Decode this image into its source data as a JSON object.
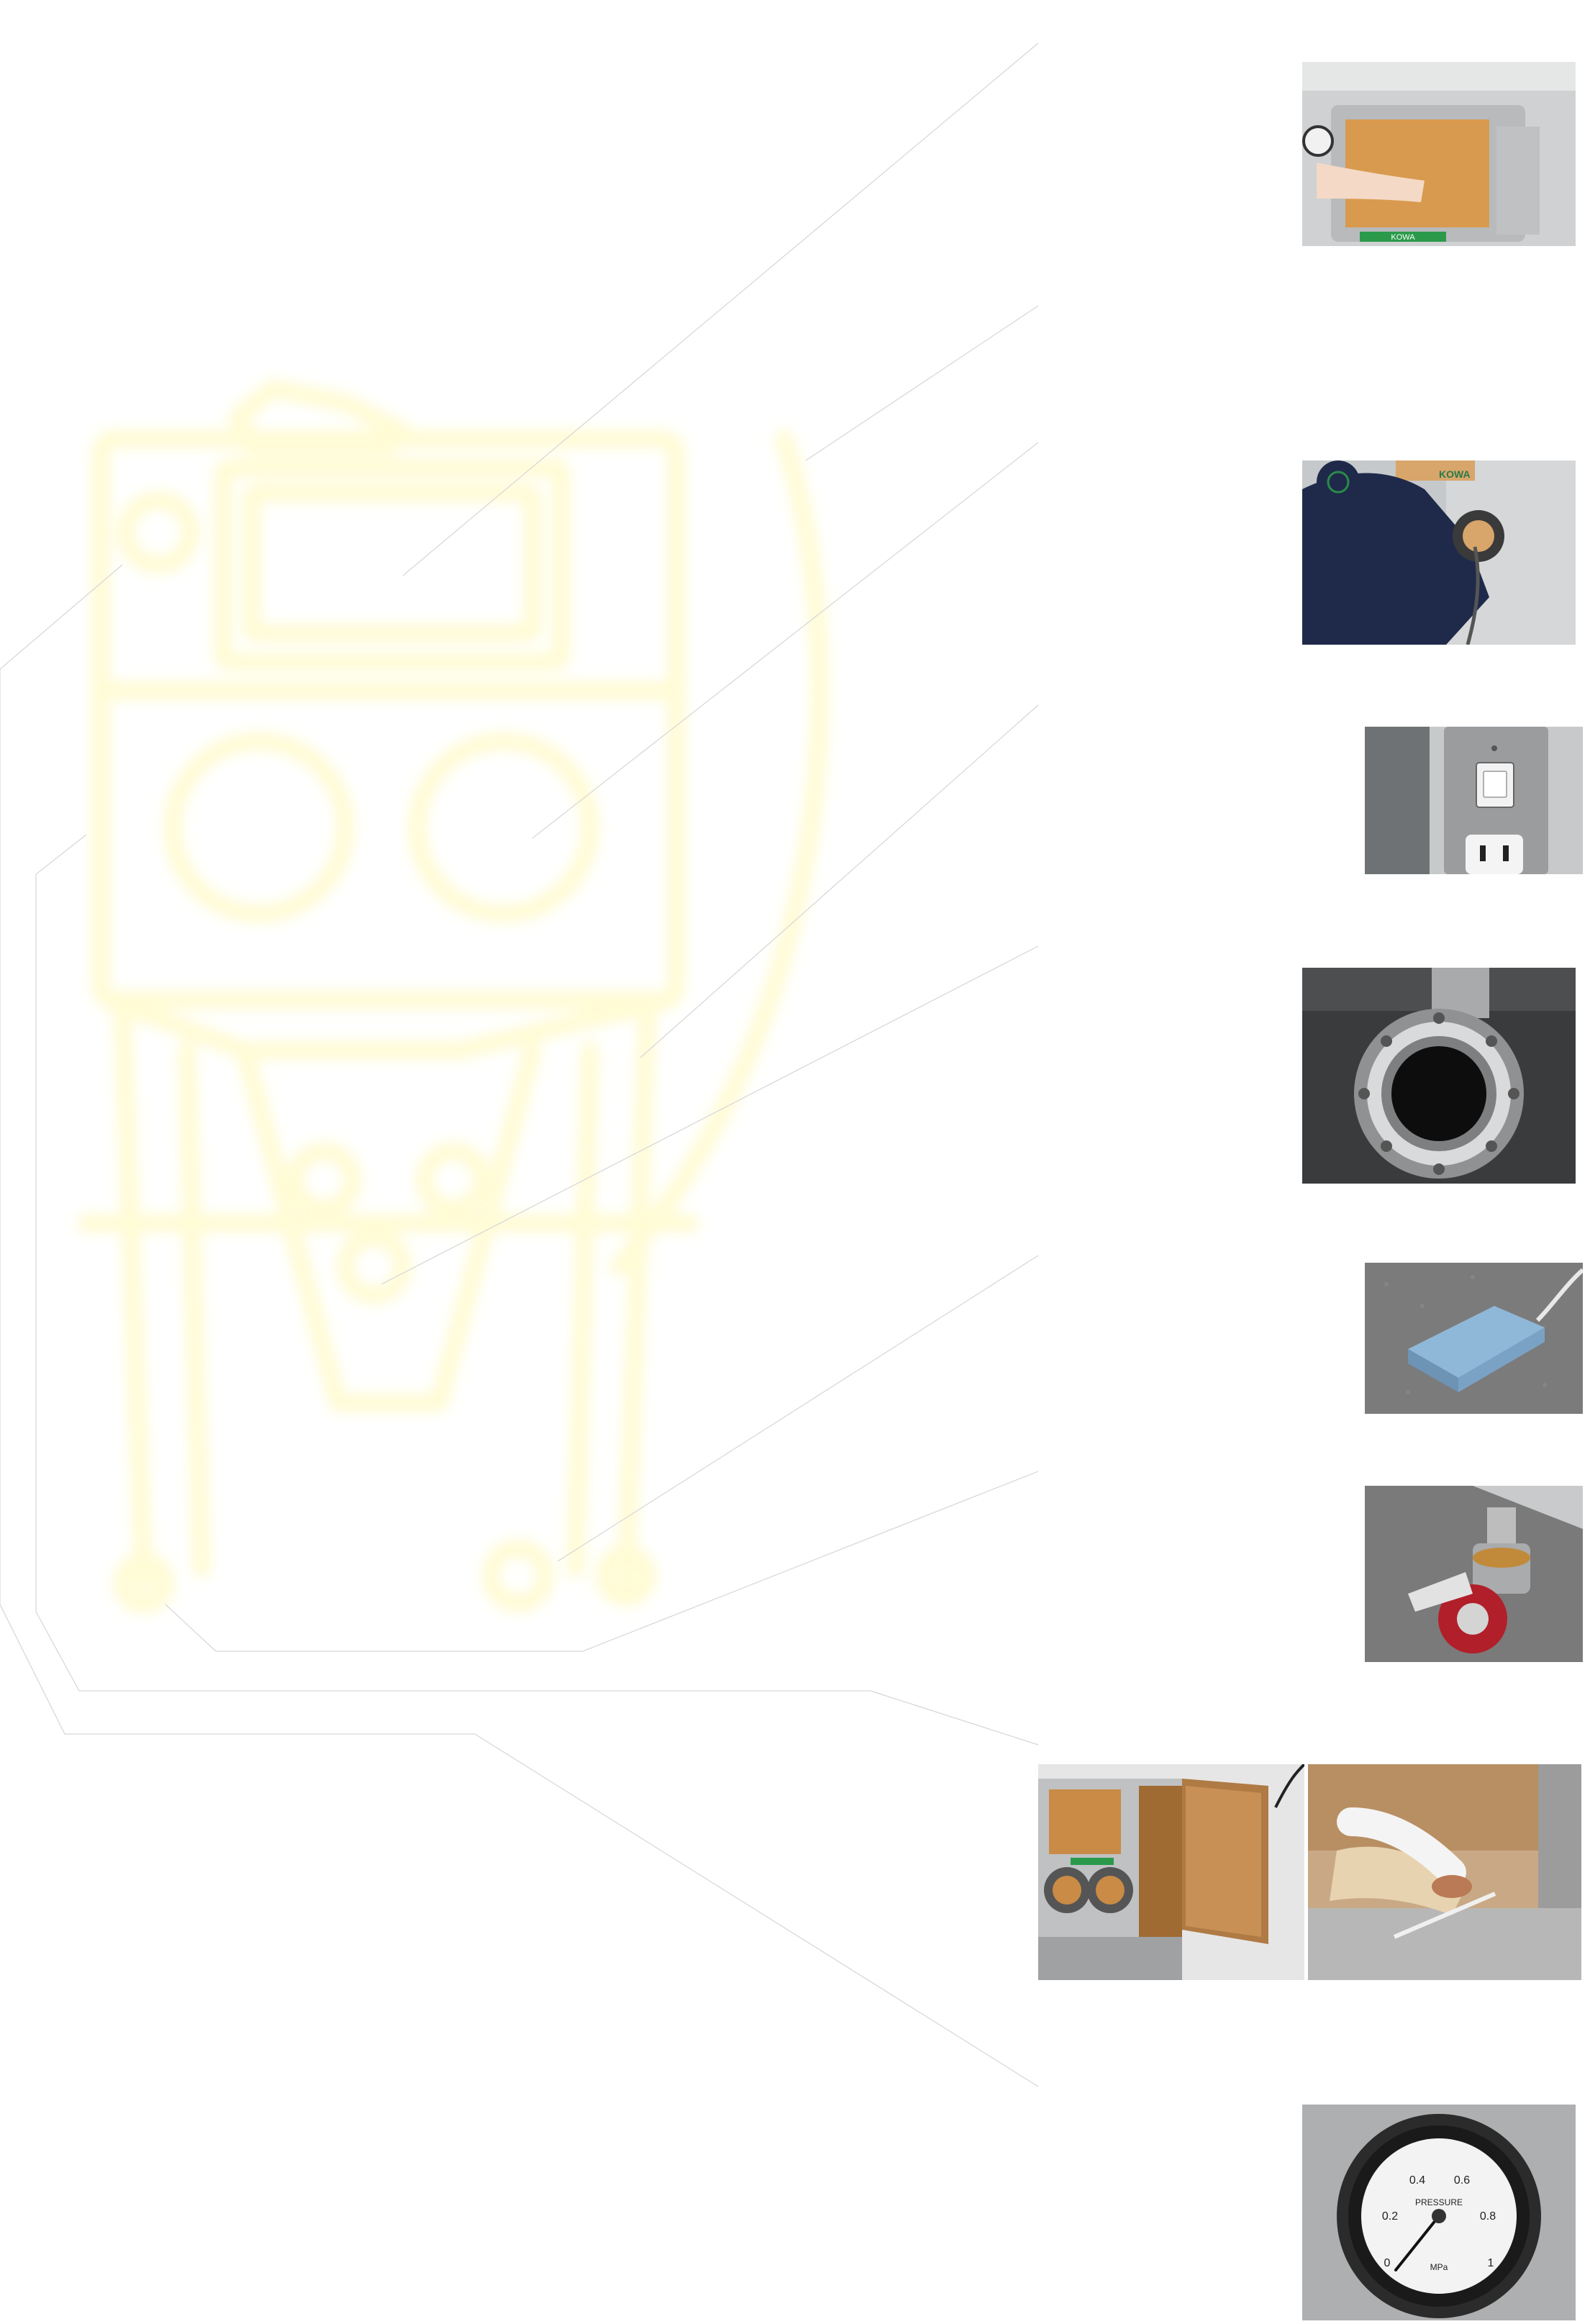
{
  "machine_diagram": {
    "glow_color": "#fffbd0",
    "line_color": "#fff6bf",
    "leader_line_color": "#d6d6d6"
  },
  "photos": {
    "viewing_window": {
      "icon": "illuminated-viewing-window",
      "accent": "#d89a4e",
      "brand_text": "KOWA"
    },
    "glove_port_operator": {
      "icon": "operator-using-glove-port",
      "accent": "#1f2a4a",
      "brand_text": "KOWA"
    },
    "power_switch": {
      "icon": "wall-switch-and-outlet",
      "accent": "#8f8f8f"
    },
    "glove_port_ring": {
      "icon": "glove-port-flange",
      "accent": "#6d6d6d"
    },
    "foot_pedal": {
      "icon": "foot-pedal-switch",
      "accent": "#8fb7d8"
    },
    "caster": {
      "icon": "locking-caster-wheel",
      "accent": "#b11f2a"
    },
    "side_door_open": {
      "icon": "cabinet-side-door-open",
      "accent": "#c98b45"
    },
    "interior_work": {
      "icon": "gloved-hands-inside-chamber",
      "accent": "#e8d3b1"
    },
    "pressure_gauge": {
      "icon": "pressure-gauge",
      "accent": "#1a1a1a",
      "scale": [
        "0",
        "0.2",
        "0.4",
        "0.6",
        "0.8",
        "1"
      ],
      "title": "PRESSURE",
      "unit": "MPa"
    }
  }
}
